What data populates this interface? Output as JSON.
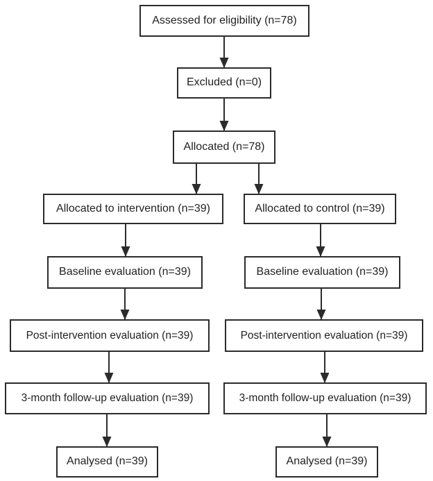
{
  "diagram": {
    "type": "flowchart",
    "description": "CONSORT-style participant flow diagram",
    "colors": {
      "background": "#ffffff",
      "box_fill": "#ffffff",
      "box_border": "#2b2b2b",
      "text": "#222222",
      "arrow": "#2b2b2b"
    },
    "nodes": {
      "assessed": {
        "label": "Assessed for eligibility (n=78)"
      },
      "excluded": {
        "label": "Excluded (n=0)"
      },
      "allocated": {
        "label": "Allocated (n=78)"
      },
      "alloc_intervention": {
        "label": "Allocated to intervention (n=39)"
      },
      "alloc_control": {
        "label": "Allocated to control (n=39)"
      },
      "baseline_left": {
        "label": "Baseline evaluation (n=39)"
      },
      "baseline_right": {
        "label": "Baseline evaluation (n=39)"
      },
      "post_left": {
        "label": "Post-intervention evaluation (n=39)"
      },
      "post_right": {
        "label": "Post-intervention evaluation (n=39)"
      },
      "followup_left": {
        "label": "3-month follow-up evaluation (n=39)"
      },
      "followup_right": {
        "label": "3-month follow-up evaluation (n=39)"
      },
      "analysed_left": {
        "label": "Analysed (n=39)"
      },
      "analysed_right": {
        "label": "Analysed (n=39)"
      }
    },
    "edges": [
      {
        "from": "assessed",
        "to": "excluded"
      },
      {
        "from": "excluded",
        "to": "allocated"
      },
      {
        "from": "allocated",
        "to": "alloc_intervention"
      },
      {
        "from": "allocated",
        "to": "alloc_control"
      },
      {
        "from": "alloc_intervention",
        "to": "baseline_left"
      },
      {
        "from": "alloc_control",
        "to": "baseline_right"
      },
      {
        "from": "baseline_left",
        "to": "post_left"
      },
      {
        "from": "baseline_right",
        "to": "post_right"
      },
      {
        "from": "post_left",
        "to": "followup_left"
      },
      {
        "from": "post_right",
        "to": "followup_right"
      },
      {
        "from": "followup_left",
        "to": "analysed_left"
      },
      {
        "from": "followup_right",
        "to": "analysed_right"
      }
    ]
  }
}
